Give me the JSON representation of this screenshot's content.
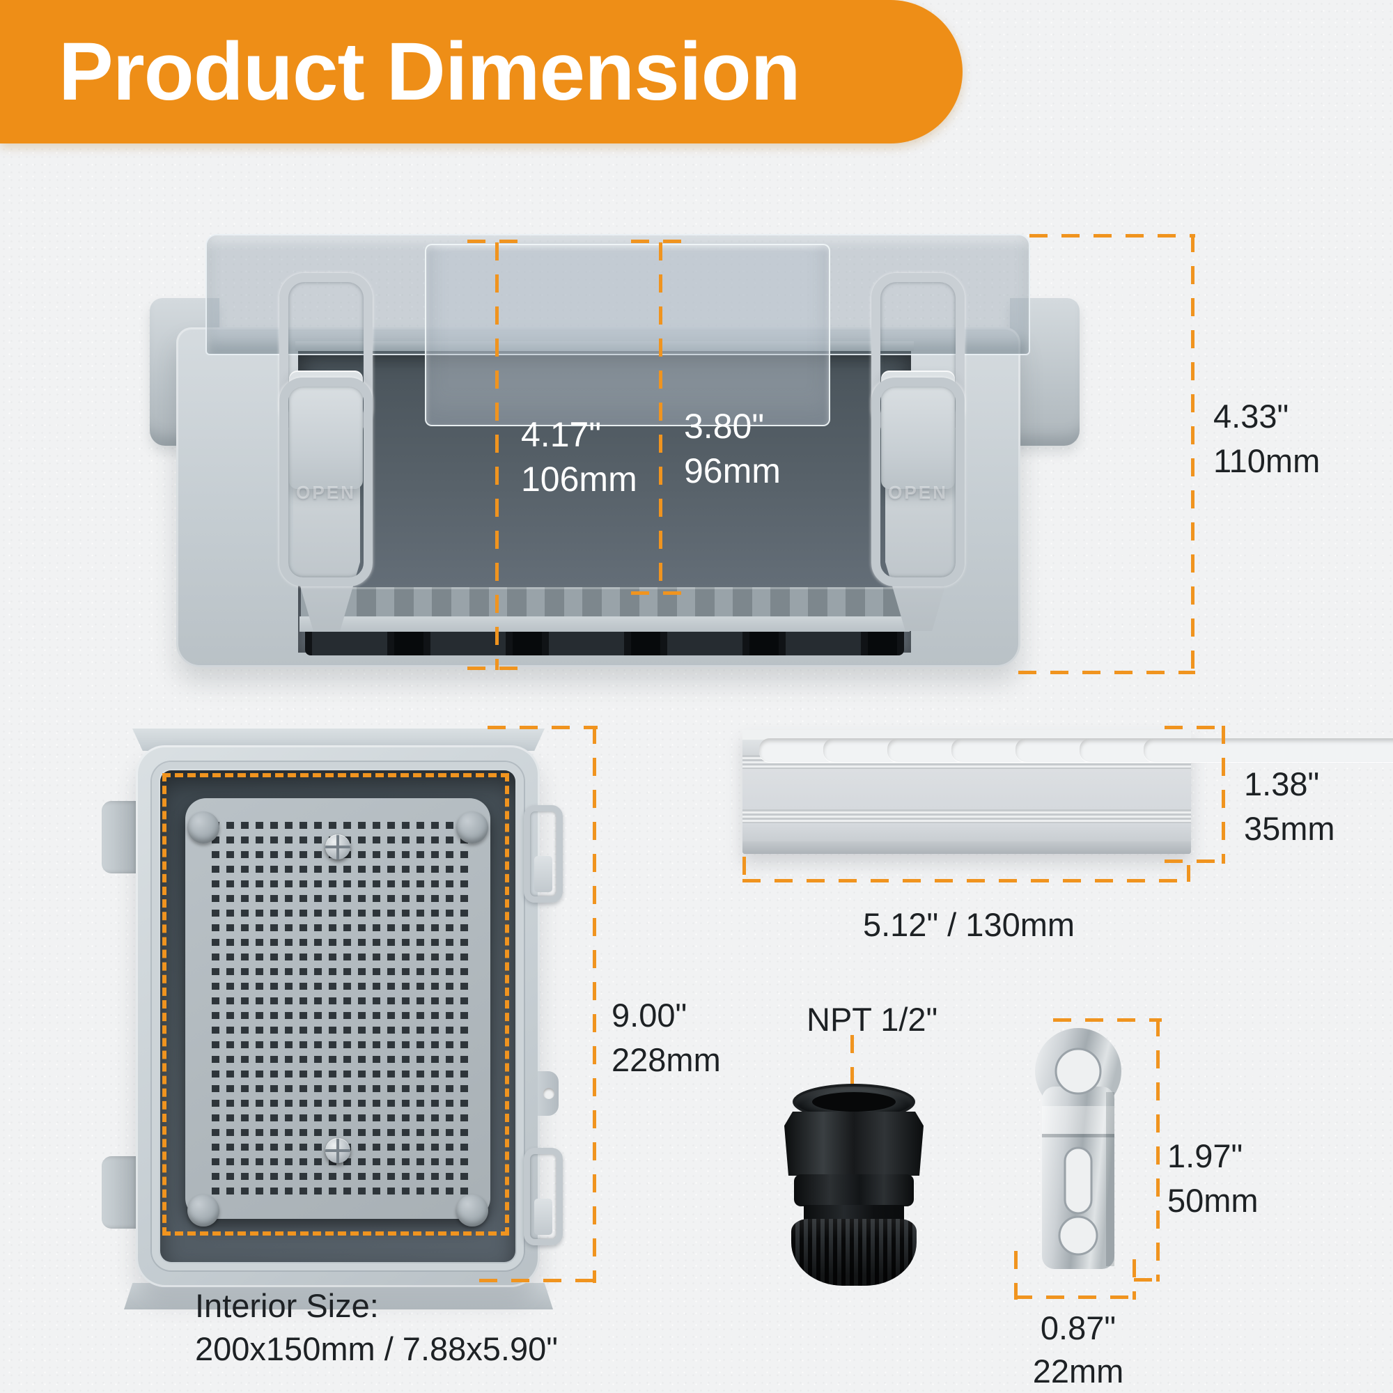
{
  "banner": {
    "title": "Product Dimension"
  },
  "colors": {
    "accent": "#EE8E17",
    "dash": "#F0941F",
    "label_dark": "#1d2124",
    "label_light": "#ffffff"
  },
  "top_view": {
    "depth_inner": {
      "inches": "4.17\"",
      "mm": "106mm"
    },
    "depth_lid": {
      "inches": "3.80\"",
      "mm": "96mm"
    },
    "height": {
      "inches": "4.33\"",
      "mm": "110mm"
    },
    "latch_text": "OPEN"
  },
  "front_view": {
    "height": {
      "inches": "9.00\"",
      "mm": "228mm"
    },
    "interior": {
      "label": "Interior Size:",
      "value": "200x150mm / 7.88x5.90\""
    }
  },
  "din_rail": {
    "height": {
      "inches": "1.38\"",
      "mm": "35mm"
    },
    "length": "5.12\" / 130mm"
  },
  "cable_gland": {
    "thread": "NPT 1/2\""
  },
  "bracket": {
    "height": {
      "inches": "1.97\"",
      "mm": "50mm"
    },
    "width": {
      "inches": "0.87\"",
      "mm": "22mm"
    }
  }
}
